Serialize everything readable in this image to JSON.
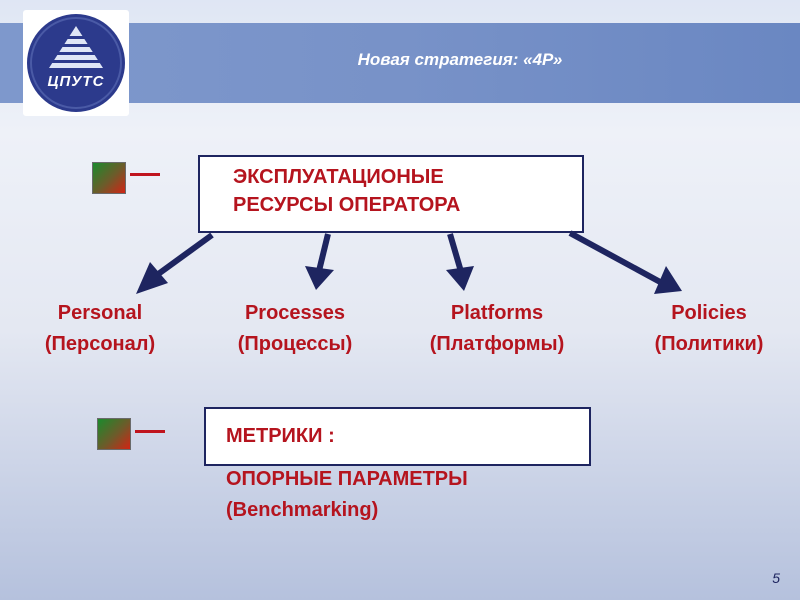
{
  "header": {
    "logo_text": "ЦПУТС",
    "title": "Новая стратегия: «4Р»"
  },
  "resources": {
    "box_line1": "ЭКСПЛУАТАЦИОНЫЕ",
    "box_line2": "РЕСУРСЫ ОПЕРАТОРА",
    "items": [
      {
        "en": "Personal",
        "ru": "(Персонал)"
      },
      {
        "en": "Processes",
        "ru": "(Процессы)"
      },
      {
        "en": "Platforms",
        "ru": "(Платформы)"
      },
      {
        "en": "Policies",
        "ru": "(Политики)"
      }
    ]
  },
  "metrics": {
    "box_label": "МЕТРИКИ :",
    "line1": "ОПОРНЫЕ ПАРАМЕТРЫ",
    "line2": "(Benchmarking)"
  },
  "footer": {
    "page_number": "5"
  },
  "colors": {
    "accent_red": "#b5141e",
    "navy": "#1e2560",
    "header_blue": "#7892c8"
  }
}
